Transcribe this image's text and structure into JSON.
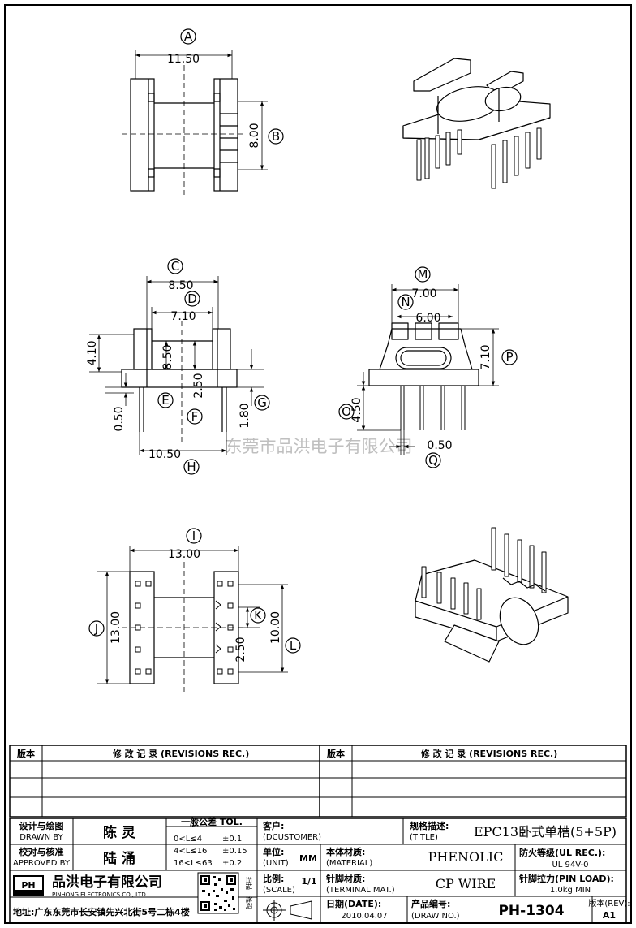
{
  "views": {
    "top": {
      "A": {
        "letter": "A",
        "value": "11.50"
      },
      "B": {
        "letter": "B",
        "value": "8.00"
      }
    },
    "front": {
      "C": {
        "letter": "C",
        "value": "8.50"
      },
      "D": {
        "letter": "D",
        "value": "7.10"
      },
      "dim_4_10": "4.10",
      "dim_8_50": "8.50",
      "E": {
        "letter": "E"
      },
      "F": {
        "letter": "F",
        "value": "2.50"
      },
      "G": {
        "letter": "G",
        "value": "1.80"
      },
      "dim_0_50": "0.50",
      "H": {
        "letter": "H",
        "value": "10.50"
      }
    },
    "side": {
      "M": {
        "letter": "M",
        "value": "7.00"
      },
      "N": {
        "letter": "N",
        "value": "6.00"
      },
      "P": {
        "letter": "P",
        "value": "7.10"
      },
      "O": {
        "letter": "O",
        "value": "4.50"
      },
      "Q": {
        "letter": "Q",
        "value": "0.50"
      }
    },
    "bottom": {
      "I": {
        "letter": "I",
        "value": "13.00"
      },
      "J": {
        "letter": "J",
        "value": "13.00"
      },
      "K": {
        "letter": "K",
        "value": "2.50"
      },
      "L": {
        "letter": "L",
        "value": "10.00"
      }
    }
  },
  "watermark": "东莞市品洪电子有限公司",
  "revisions": {
    "col_version": "版本",
    "col_record": "修 改 记 录 (REVISIONS REC.)"
  },
  "title_block": {
    "designer_label_cn": "设计与绘图",
    "designer_label_en": "DRAWN BY",
    "designer": "陈 灵",
    "approver_label_cn": "校对与核准",
    "approver_label_en": "APPROVED BY",
    "approver": "陆 涌",
    "tol_title": "一般公差 TOL.",
    "tol_rows": [
      {
        "range": "0<L≤4",
        "tol": "±0.1"
      },
      {
        "range": "4<L≤16",
        "tol": "±0.15"
      },
      {
        "range": "16<L≤63",
        "tol": "±0.2"
      }
    ],
    "customer_label_cn": "客户:",
    "customer_label_en": "(DCUSTOMER)",
    "title_label_cn": "规格描述:",
    "title_label_en": "(TITLE)",
    "title_value": "EPC13卧式单槽(5+5P)",
    "unit_label_cn": "单位:",
    "unit_label_en": "(UNIT)",
    "unit_value": "MM",
    "material_label_cn": "本体材质:",
    "material_label_en": "(MATERIAL)",
    "material_value": "PHENOLIC",
    "fire_label": "防火等级(UL REC.):",
    "fire_value": "UL 94V-0",
    "scale_label_cn": "比例:",
    "scale_label_en": "(SCALE)",
    "scale_value": "1/1",
    "terminal_label_cn": "针脚材质:",
    "terminal_label_en": "(TERMINAL MAT.)",
    "terminal_value": "CP WIRE",
    "pinload_label": "针脚拉力(PIN LOAD):",
    "pinload_value": "1.0kg MIN",
    "date_label": "日期(DATE):",
    "date_value": "2010.04.07",
    "drawno_label_cn": "产品编号:",
    "drawno_label_en": "(DRAW NO.)",
    "drawno_value": "PH-1304",
    "rev_label": "版本(REV):",
    "rev_value": "A1",
    "company_logo": "PH",
    "company_name_cn": "品洪电子有限公司",
    "company_name_en": "PINHONG ELECTRONICS CO., LTD.",
    "address": "地址:广东东莞市长安镇先兴北街5号二栋4楼",
    "qr_side_text": "扫描二维码"
  }
}
